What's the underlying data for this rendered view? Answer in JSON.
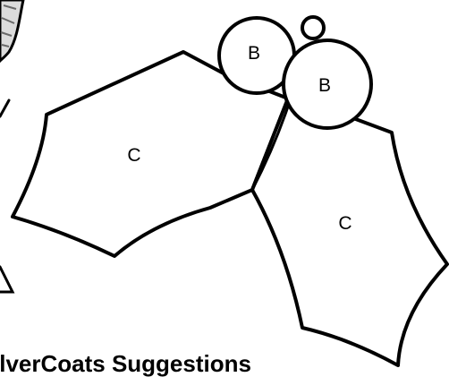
{
  "pieces": {
    "leaf_left": {
      "label": "C"
    },
    "leaf_right": {
      "label": "C"
    },
    "berry_upper": {
      "label": "B"
    },
    "berry_lower": {
      "label": "B"
    }
  },
  "caption": "ilverCoats Suggestions"
}
